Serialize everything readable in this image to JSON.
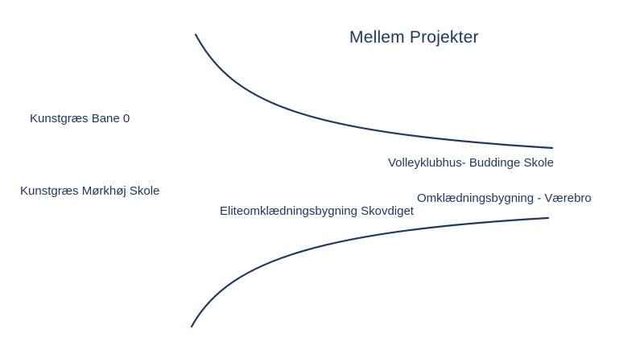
{
  "slide": {
    "title": "Mellem Projekter",
    "labels": {
      "kunstgraes_bane": "Kunstgræs Bane 0",
      "kunstgraes_moerkhoej": "Kunstgræs Mørkhøj Skole",
      "volleyklubhus": "Volleyklubhus- Buddinge Skole",
      "eliteomklaedning": "Eliteomklædningsbygning Skovdiget",
      "omklaedning_vaerebro": "Omklædningsbygning - Værebro"
    },
    "curves": {
      "top_curve_name": "decreasing-curve",
      "bottom_curve_name": "increasing-curve"
    },
    "colors": {
      "text": "#1F3864",
      "curve": "#1F3864",
      "background": "#FFFFFF"
    }
  }
}
